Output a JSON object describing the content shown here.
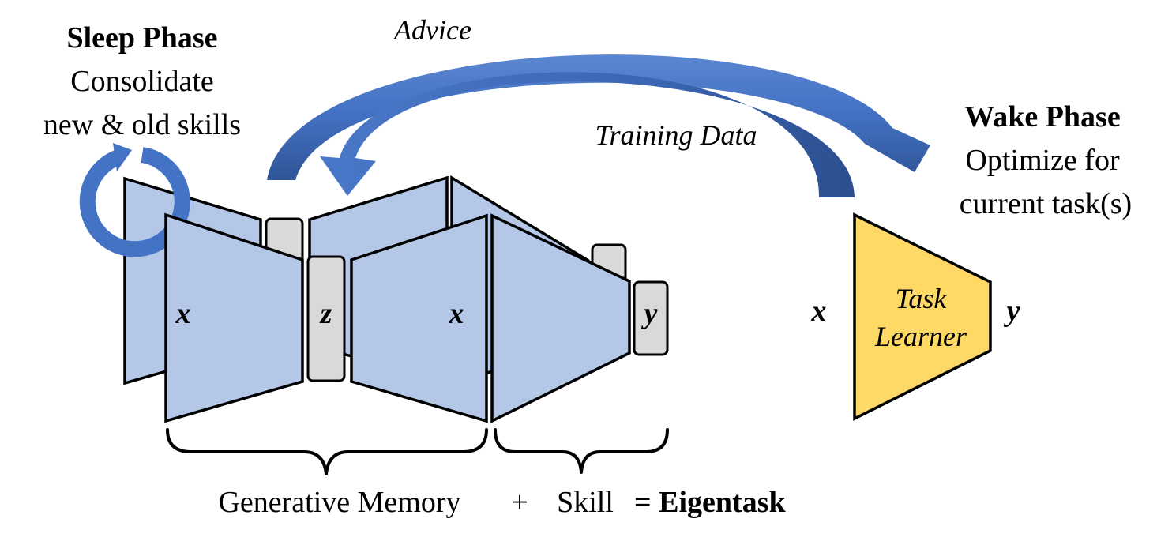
{
  "sleep_phase": {
    "title": "Sleep Phase",
    "line1": "Consolidate",
    "line2": "new & old skills"
  },
  "wake_phase": {
    "title": "Wake Phase",
    "line1": "Optimize for",
    "line2": "current task(s)"
  },
  "arrows": {
    "advice": "Advice",
    "training_data": "Training Data"
  },
  "memory_vars": {
    "input": "x",
    "latent": "z",
    "reconstruction": "x",
    "skill_output": "y"
  },
  "task_learner": {
    "input": "x",
    "label_line1": "Task",
    "label_line2": "Learner",
    "output": "y"
  },
  "bottom": {
    "generative_memory": "Generative Memory",
    "plus": "+",
    "skill": "Skill",
    "equals_eigentask": "= Eigentask"
  },
  "colors": {
    "block_fill": "#b4c7e7",
    "arrow_blue": "#4472c4",
    "arrow_blue_dark": "#2f5597",
    "latent_fill": "#d9d9d9",
    "learner_fill": "#ffd966"
  }
}
